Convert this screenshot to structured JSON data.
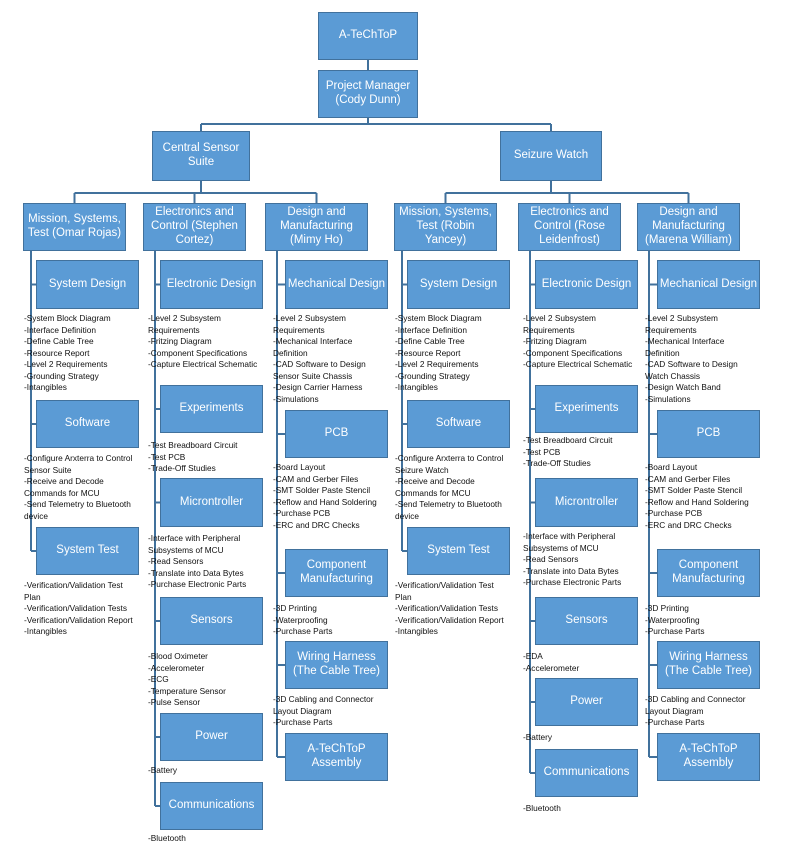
{
  "root": "A-TeChToP",
  "manager": "Project Manager\n(Cody Dunn)",
  "branches": [
    {
      "name": "Central Sensor\nSuite",
      "teams": [
        {
          "name": "Mission, Systems,\nTest (Omar Rojas)",
          "tasks": [
            {
              "label": "System Design",
              "items": [
                "-System Block Diagram",
                "-Interface Definition",
                "-Define Cable Tree",
                "-Resource Report",
                "-Level 2 Requirements",
                "-Grounding Strategy",
                "-Intangibles"
              ]
            },
            {
              "label": "Software",
              "items": [
                "-Configure Arxterra to Control Sensor Suite",
                "-Receive and Decode Commands for MCU",
                "-Send Telemetry to Bluetooth device"
              ]
            },
            {
              "label": "System Test",
              "items": [
                "-Verification/Validation Test Plan",
                "-Verification/Validation Tests",
                "-Verification/Validation Report",
                "-Intangibles"
              ]
            }
          ]
        },
        {
          "name": "Electronics and\nControl (Stephen\nCortez)",
          "tasks": [
            {
              "label": "Electronic Design",
              "items": [
                "-Level 2 Subsystem Requirements",
                "-Fritzing Diagram",
                "-Component Specifications",
                "-Capture Electrical Schematic"
              ]
            },
            {
              "label": "Experiments",
              "items": [
                "-Test Breadboard Circuit",
                "-Test PCB",
                "-Trade-Off Studies"
              ]
            },
            {
              "label": "Microntroller",
              "items": [
                "-Interface with Peripheral Subsystems of MCU",
                "-Read Sensors",
                "-Translate into Data Bytes",
                "-Purchase Electronic Parts"
              ]
            },
            {
              "label": "Sensors",
              "items": [
                "-Blood Oximeter",
                "-Accelerometer",
                "-ECG",
                "-Temperature Sensor",
                "-Pulse Sensor"
              ]
            },
            {
              "label": "Power",
              "items": [
                "-Battery"
              ]
            },
            {
              "label": "Communications",
              "items": [
                "-Bluetooth"
              ]
            }
          ]
        },
        {
          "name": "Design and\nManufacturing\n(Mimy Ho)",
          "tasks": [
            {
              "label": "Mechanical Design",
              "items": [
                "-Level 2 Subsystem Requirements",
                "-Mechanical Interface Definition",
                "-CAD Software to Design Sensor Suite Chassis",
                "-Design Carrier Harness",
                "-Simulations"
              ]
            },
            {
              "label": "PCB",
              "items": [
                "-Board Layout",
                "-CAM and Gerber Files",
                "-SMT Solder Paste Stencil",
                "-Reflow and Hand Soldering",
                "-Purchase PCB",
                "-ERC and DRC Checks"
              ]
            },
            {
              "label": "Component\nManufacturing",
              "items": [
                "-3D Printing",
                "-Waterproofing",
                "-Purchase Parts"
              ]
            },
            {
              "label": "Wiring Harness\n(The Cable Tree)",
              "items": [
                "-3D Cabling and Connector Layout Diagram",
                "-Purchase Parts"
              ]
            },
            {
              "label": "A-TeChToP\nAssembly",
              "items": []
            }
          ]
        }
      ]
    },
    {
      "name": "Seizure Watch",
      "teams": [
        {
          "name": "Mission, Systems,\nTest (Robin\nYancey)",
          "tasks": [
            {
              "label": "System Design",
              "items": [
                "-System Block Diagram",
                "-Interface Definition",
                "-Define Cable Tree",
                "-Resource Report",
                "-Level 2 Requirements",
                "-Grounding Strategy",
                "-Intangibles"
              ]
            },
            {
              "label": "Software",
              "items": [
                "-Configure Arxterra to Control Seizure Watch",
                "-Receive and Decode Commands for MCU",
                "-Send Telemetry to Bluetooth device"
              ]
            },
            {
              "label": "System Test",
              "items": [
                "-Verification/Validation Test Plan",
                "-Verification/Validation Tests",
                "-Verification/Validation Report",
                "-Intangibles"
              ]
            }
          ]
        },
        {
          "name": "Electronics and\nControl (Rose\nLeidenfrost)",
          "tasks": [
            {
              "label": "Electronic Design",
              "items": [
                "-Level 2 Subsystem Requirements",
                "-Fritzing Diagram",
                "-Component Specifications",
                "-Capture Electrical Schematic"
              ]
            },
            {
              "label": "Experiments",
              "items": [
                "-Test Breadboard Circuit",
                "-Test PCB",
                "-Trade-Off Studies"
              ]
            },
            {
              "label": "Microntroller",
              "items": [
                "-Interface with Peripheral Subsystems of MCU",
                "-Read Sensors",
                "-Translate into Data Bytes",
                "-Purchase Electronic Parts"
              ]
            },
            {
              "label": "Sensors",
              "items": [
                "-EDA",
                "-Accelerometer"
              ]
            },
            {
              "label": "Power",
              "items": [
                "-Battery"
              ]
            },
            {
              "label": "Communications",
              "items": [
                "-Bluetooth"
              ]
            }
          ]
        },
        {
          "name": "Design and\nManufacturing\n(Marena William)",
          "tasks": [
            {
              "label": "Mechanical Design",
              "items": [
                "-Level 2 Subsystem Requirements",
                "-Mechanical Interface Definition",
                "-CAD Software to Design Watch Chassis",
                "-Design Watch Band",
                "-Simulations"
              ]
            },
            {
              "label": "PCB",
              "items": [
                "-Board Layout",
                "-CAM and Gerber Files",
                "-SMT Solder Paste Stencil",
                "-Reflow and Hand Soldering",
                "-Purchase PCB",
                "-ERC and DRC Checks"
              ]
            },
            {
              "label": "Component\nManufacturing",
              "items": [
                "-3D Printing",
                "-Waterproofing",
                "-Purchase Parts"
              ]
            },
            {
              "label": "Wiring Harness\n(The Cable Tree)",
              "items": [
                "-3D Cabling and Connector Layout Diagram",
                "-Purchase Parts"
              ]
            },
            {
              "label": "A-TeChToP\nAssembly",
              "items": []
            }
          ]
        }
      ]
    }
  ]
}
